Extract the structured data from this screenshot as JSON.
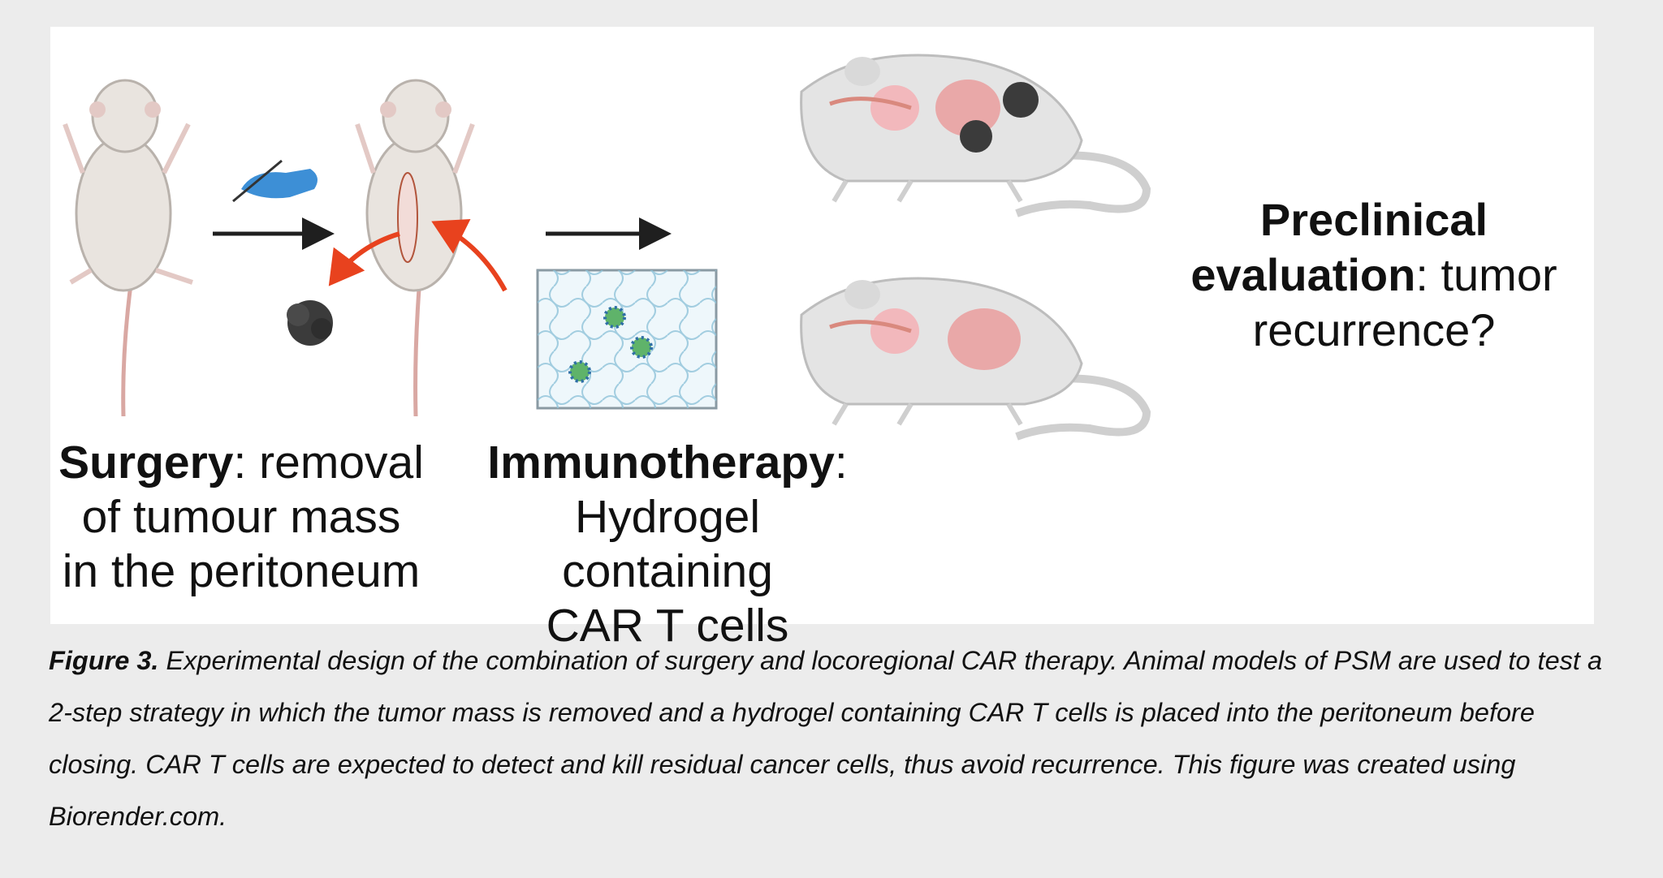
{
  "figure": {
    "surgery_label": {
      "title": "Surgery",
      "rest_line1": ": removal",
      "line2": "of tumour mass",
      "line3": "in the peritoneum"
    },
    "immuno_label": {
      "title": "Immunotherapy",
      "colon": ":",
      "line2": "Hydrogel containing",
      "line3": "CAR T cells"
    },
    "preclinical_label": {
      "line1": "Preclinical",
      "bold2": "evaluation",
      "rest2": ": tumor",
      "line3": "recurrence?"
    }
  },
  "caption": {
    "label": "Figure 3.",
    "text": " Experimental design of the combination of surgery and locoregional CAR therapy. Animal models of PSM are used to test a 2-step strategy in which the tumor mass is removed and a hydrogel containing CAR T cells is placed into the peritoneum before closing. CAR T cells are expected to detect and kill residual cancer cells, thus avoid recurrence. This figure was created using Biorender.com."
  },
  "colors": {
    "mouse_body": "#e9e4df",
    "mouse_outline": "#b9b2ac",
    "tail": "#d9a8a3",
    "arrow": "#1f1f1f",
    "red_arrow": "#e8421e",
    "glove": "#3d8fd6",
    "tumor": "#3b3b3b",
    "hydrogel_bg": "#eef7fb",
    "hydrogel_mesh": "#8fc3d9",
    "cart_cell": "#5fb36a"
  }
}
